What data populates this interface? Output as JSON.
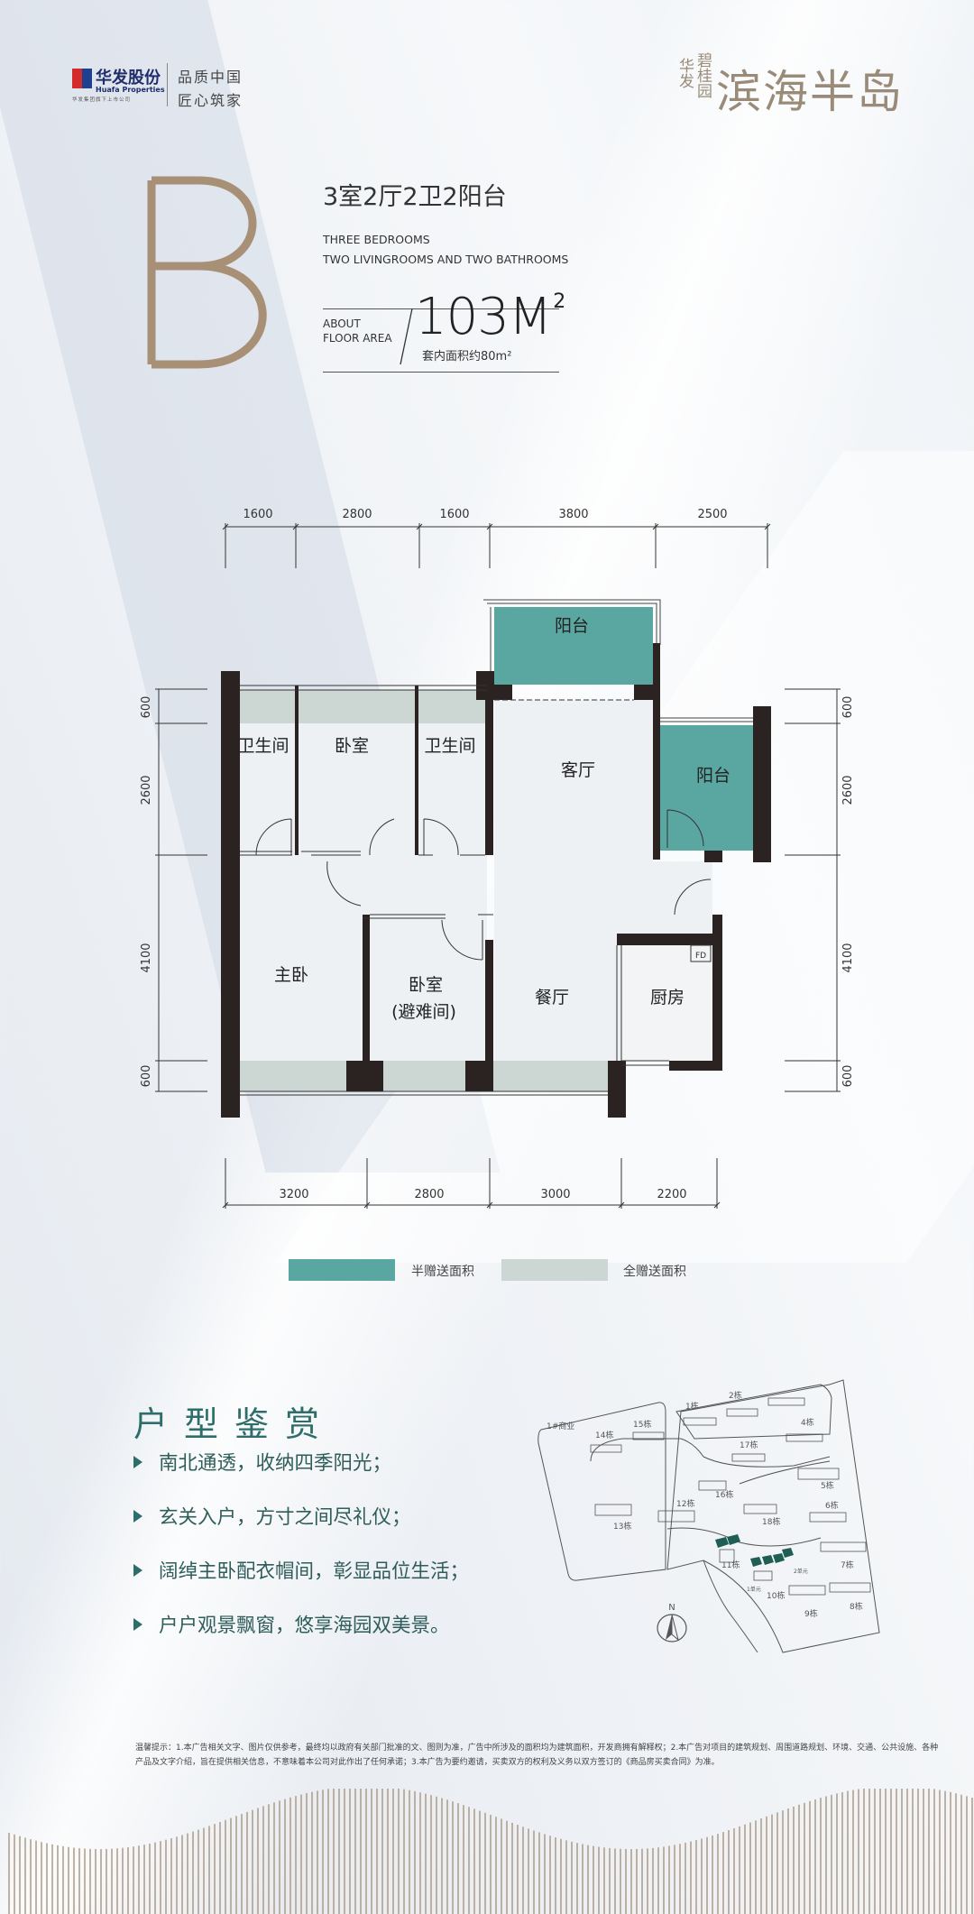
{
  "header": {
    "logo_cn": "华发股份",
    "logo_en": "Huafa Properties",
    "logo_sub": "华发集团旗下上市公司",
    "slogan_1": "品质中国",
    "slogan_2": "匠心筑家",
    "project_prefix_1": "华发",
    "project_prefix_2": "碧桂园",
    "project_name": "滨海半岛"
  },
  "unit": {
    "letter": "B",
    "layout_cn": "3室2厅2卫2阳台",
    "layout_en_1": "THREE BEDROOMS",
    "layout_en_2": "TWO LIVINGROOMS AND TWO BATHROOMS",
    "about_1": "ABOUT",
    "about_2": "FLOOR AREA",
    "area": "103M",
    "area_sup": "2",
    "inner_area": "套内面积约80m²",
    "brand_color": "#a89077"
  },
  "floorplan": {
    "top_dims": [
      "1600",
      "2800",
      "1600",
      "3800",
      "2500"
    ],
    "bottom_dims": [
      "3200",
      "2800",
      "3000",
      "2200"
    ],
    "left_dims": [
      "600",
      "2600",
      "4100",
      "600"
    ],
    "right_dims": [
      "600",
      "2600",
      "4100",
      "600"
    ],
    "rooms": {
      "balcony_1": "阳台",
      "balcony_2": "阳台",
      "bath_1": "卫生间",
      "bedroom_1": "卧室",
      "bath_2": "卫生间",
      "living": "客厅",
      "master": "主卧",
      "bedroom_2": "卧室",
      "bedroom_2_note": "(避难间)",
      "dining": "餐厅",
      "kitchen": "厨房",
      "fd": "FD"
    },
    "colors": {
      "wall": "#2a2321",
      "half_gift": "#5aa6a1",
      "full_gift": "#ccd6d3"
    }
  },
  "legend": [
    {
      "label": "半赠送面积",
      "color": "#5aa6a1"
    },
    {
      "label": "全赠送面积",
      "color": "#ccd6d3"
    }
  ],
  "highlights": {
    "title": "户型鉴赏",
    "items": [
      "南北通透，收纳四季阳光；",
      "玄关入户，方寸之间尽礼仪；",
      "阔绰主卧配衣帽间，彰显品位生活；",
      "户户观景飘窗，悠享海园双美景。"
    ]
  },
  "sitemap": {
    "labels": [
      "1#商业",
      "14栋",
      "15栋",
      "1栋",
      "2栋",
      "4栋",
      "17栋",
      "16栋",
      "5栋",
      "13栋",
      "12栋",
      "18栋",
      "6栋",
      "11栋",
      "10栋",
      "7栋",
      "9栋",
      "8栋",
      "1单元",
      "2单元"
    ],
    "north": "N",
    "highlight_color": "#1f5e55"
  },
  "disclaimer": {
    "line_1": "温馨提示：1.本广告相关文字、图片仅供参考，最终均以政府有关部门批准的文、图则为准，广告中所涉及的面积均为建筑面积，开发商拥有解释权；2.本广告对项目的建筑规划、周围道路规划、环境、交通、公共设施、各种",
    "line_2": "产品及文字介绍，旨在提供相关信息，不意味着本公司对此作出了任何承诺；3.本广告为要约邀请，买卖双方的权利及义务以双方签订的《商品房买卖合同》为准。"
  }
}
